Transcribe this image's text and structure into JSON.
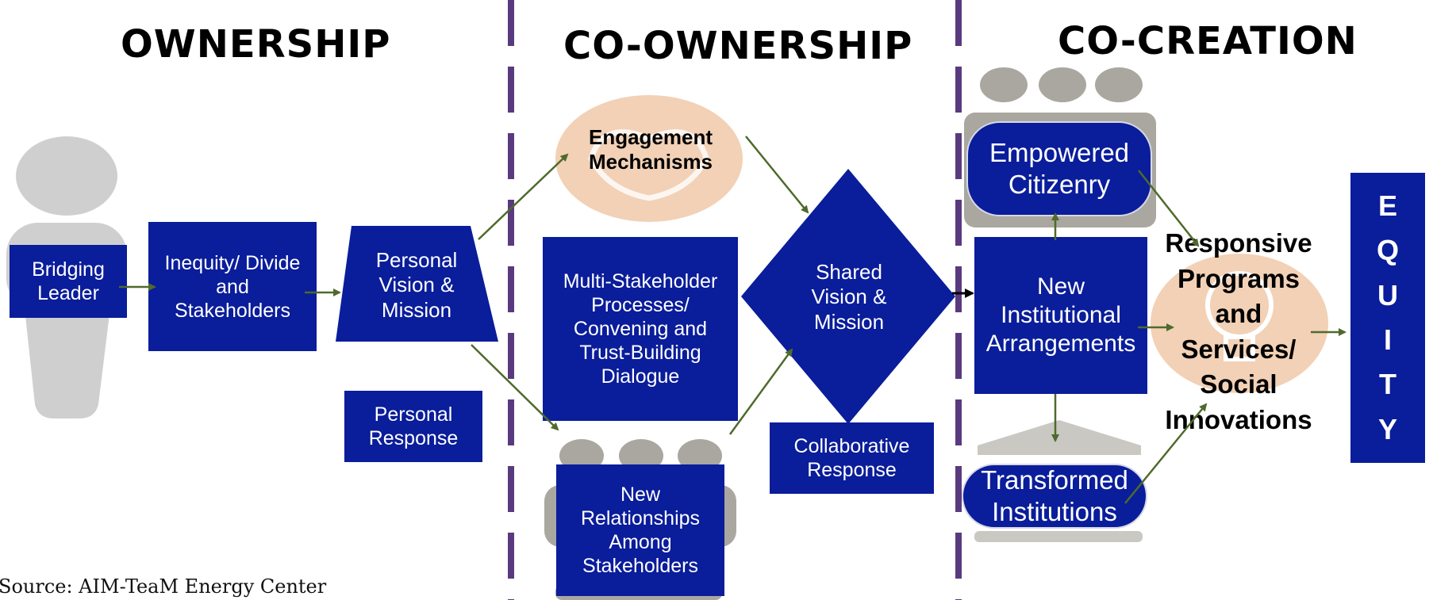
{
  "headers": {
    "ownership": "OWNERSHIP",
    "co_ownership": "CO-OWNERSHIP",
    "co_creation": "CO-CREATION"
  },
  "ownership": {
    "bridging_leader": "Bridging Leader",
    "inequity": "Inequity/ Divide and Stakeholders",
    "personal_vision": "Personal Vision & Mission",
    "personal_response": "Personal Response"
  },
  "co_ownership": {
    "engagement": "Engagement Mechanisms",
    "multi_stakeholder": "Multi-Stakeholder Processes/ Convening and Trust-Building Dialogue",
    "new_relationships": "New Relationships Among Stakeholders",
    "shared_vision": "Shared Vision & Mission",
    "collaborative_response": "Collaborative Response"
  },
  "co_creation": {
    "empowered": "Empowered Citizenry",
    "institutional": "New Institutional Arrangements",
    "transformed": "Transformed Institutions",
    "responsive": "Responsive Programs and Services/ Social Innovations"
  },
  "equity_letters": [
    "E",
    "Q",
    "U",
    "I",
    "T",
    "Y"
  ],
  "source": "Source: AIM-TeaM Energy Center",
  "colors": {
    "box": "#0a1d9a",
    "arrow": "#4f6a2c",
    "divider": "#5a3a7e",
    "silhouette": "#cfcfcf",
    "people": "#a9a7a0",
    "glow": "#f2d1b6"
  }
}
